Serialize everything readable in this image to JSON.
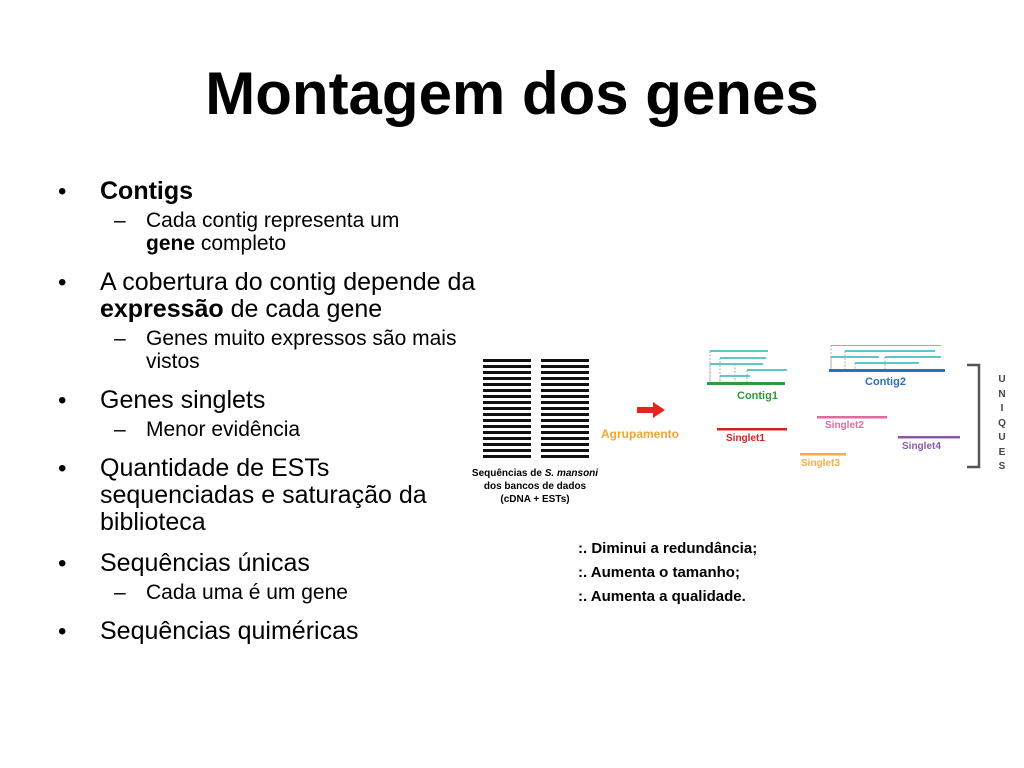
{
  "title": "Montagem dos genes",
  "bullets": {
    "contigs": "Contigs",
    "contigs_sub_1a": "Cada contig representa um",
    "contigs_sub_1b": "gene",
    "contigs_sub_1c": " completo",
    "cobertura_a": "A cobertura do contig depende da ",
    "cobertura_b": "expressão",
    "cobertura_c": " de cada gene",
    "cobertura_sub": "Genes muito expressos são mais vistos",
    "singlets": "Genes singlets",
    "singlets_sub": "Menor evidência",
    "quantidade": "Quantidade de ESTs sequenciadas e saturação da biblioteca",
    "unicas": "Sequências únicas",
    "unicas_sub": "Cada uma é um gene",
    "quimericas": "Sequências quiméricas"
  },
  "markers": {
    "bullet": "•",
    "dash": "–"
  },
  "diagram": {
    "db_caption_1": "Sequências de ",
    "db_caption_species": "S. mansoni",
    "db_caption_2": "dos bancos de dados",
    "db_caption_3": "(cDNA + ESTs)",
    "arrow_label": "Agrupamento",
    "contig1": "Contig1",
    "contig2": "Contig2",
    "singlet1": "Singlet1",
    "singlet2": "Singlet2",
    "singlet3": "Singlet3",
    "singlet4": "Singlet4",
    "uniques_letters": [
      "U",
      "N",
      "I",
      "Q",
      "U",
      "E",
      "S"
    ],
    "colors": {
      "arrow": "#e8221c",
      "arrow_label": "#f2a531",
      "contig1": "#2e9a3a",
      "contig2": "#2a6fc4",
      "contig1_label": "#2e9a3a",
      "contig2_label": "#2a6fc4",
      "singlet1": "#d52020",
      "singlet2": "#e06aa0",
      "singlet3": "#f0b040",
      "singlet4": "#8a5aa8",
      "reads": "#5ec8c8"
    }
  },
  "benefits": [
    ":. Diminui a redundância;",
    ":. Aumenta o tamanho;",
    ":. Aumenta a qualidade."
  ]
}
